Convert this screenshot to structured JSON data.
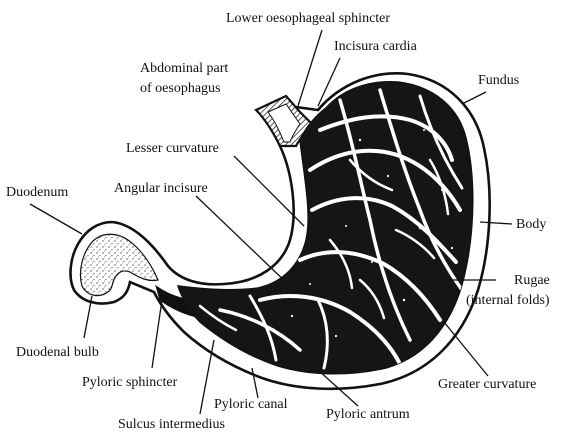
{
  "labels": {
    "lower_oesophageal_sphincter": "Lower oesophageal sphincter",
    "incisura_cardia": "Incisura cardia",
    "abdominal_part_line1": "Abdominal part",
    "abdominal_part_line2": "of oesophagus",
    "fundus": "Fundus",
    "lesser_curvature": "Lesser curvature",
    "angular_incisure": "Angular incisure",
    "duodenum": "Duodenum",
    "body": "Body",
    "rugae_line1": "Rugae",
    "rugae_line2": "(internal folds)",
    "duodenal_bulb": "Duodenal bulb",
    "pyloric_sphincter": "Pyloric sphincter",
    "pyloric_canal": "Pyloric canal",
    "greater_curvature": "Greater curvature",
    "pyloric_antrum": "Pyloric antrum",
    "sulcus_intermedius": "Sulcus intermedius"
  },
  "colors": {
    "ink": "#111111",
    "paper": "#ffffff"
  }
}
